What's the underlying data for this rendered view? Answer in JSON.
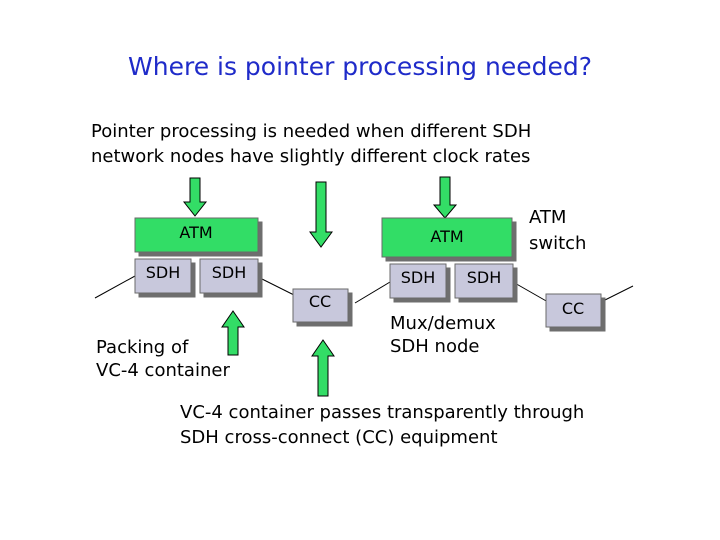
{
  "title": "Where is pointer processing needed?",
  "intro_text": {
    "line1": "Pointer processing is needed when different SDH",
    "line2": "network nodes have slightly different clock rates"
  },
  "boxes": {
    "atm_left": "ATM",
    "sdh_left_1": "SDH",
    "sdh_left_2": "SDH",
    "atm_right": "ATM",
    "sdh_right_1": "SDH",
    "sdh_right_2": "SDH",
    "cc_center": "CC",
    "cc_right": "CC"
  },
  "labels": {
    "atm_switch_line1": "ATM",
    "atm_switch_line2": "switch",
    "mux_line1": "Mux/demux",
    "mux_line2": "SDH node",
    "packing_line1": "Packing of",
    "packing_line2": "VC-4 container"
  },
  "bottom_text": {
    "line1": "VC-4 container passes transparently through",
    "line2": "SDH cross-connect (CC) equipment"
  },
  "colors": {
    "title": "#1f2bc9",
    "atm_box": "#33dd66",
    "sdh_box": "#c8c8dc",
    "arrow": "#33dd66"
  }
}
